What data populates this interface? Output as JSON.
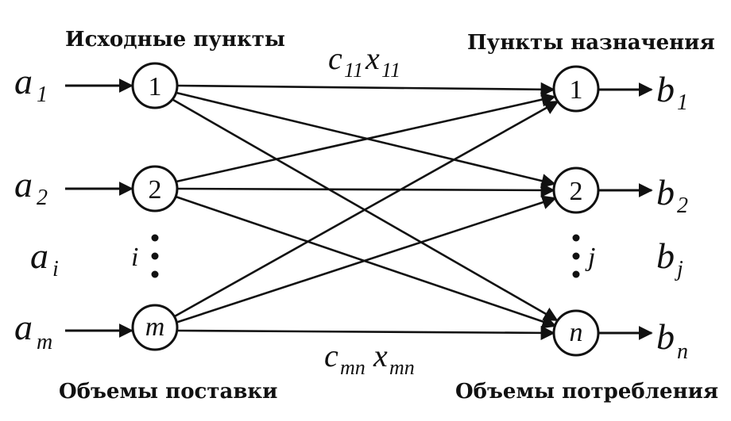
{
  "headings": {
    "sources": "Исходные пункты",
    "destinations": "Пункты назначения",
    "supply": "Объемы поставки",
    "demand": "Объемы потребления"
  },
  "sources": [
    {
      "id": "1",
      "supply_symbol": "a",
      "supply_index": "1"
    },
    {
      "id": "2",
      "supply_symbol": "a",
      "supply_index": "2"
    },
    {
      "id": "m",
      "supply_symbol": "a",
      "supply_index": "m"
    }
  ],
  "source_generic": {
    "label": "i",
    "supply_symbol": "a",
    "supply_index": "i"
  },
  "destinations": [
    {
      "id": "1",
      "demand_symbol": "b",
      "demand_index": "1"
    },
    {
      "id": "2",
      "demand_symbol": "b",
      "demand_index": "2"
    },
    {
      "id": "n",
      "demand_symbol": "b",
      "demand_index": "n"
    }
  ],
  "destination_generic": {
    "label": "j",
    "demand_symbol": "b",
    "demand_index": "j"
  },
  "edge_labels": {
    "top": {
      "c": "c",
      "c_sub": "11",
      "x": "x",
      "x_sub": "11"
    },
    "bottom": {
      "c": "c",
      "c_sub": "mn",
      "x": "x",
      "x_sub": "mn"
    }
  },
  "colors": {
    "ink": "#111111",
    "background": "#ffffff"
  }
}
